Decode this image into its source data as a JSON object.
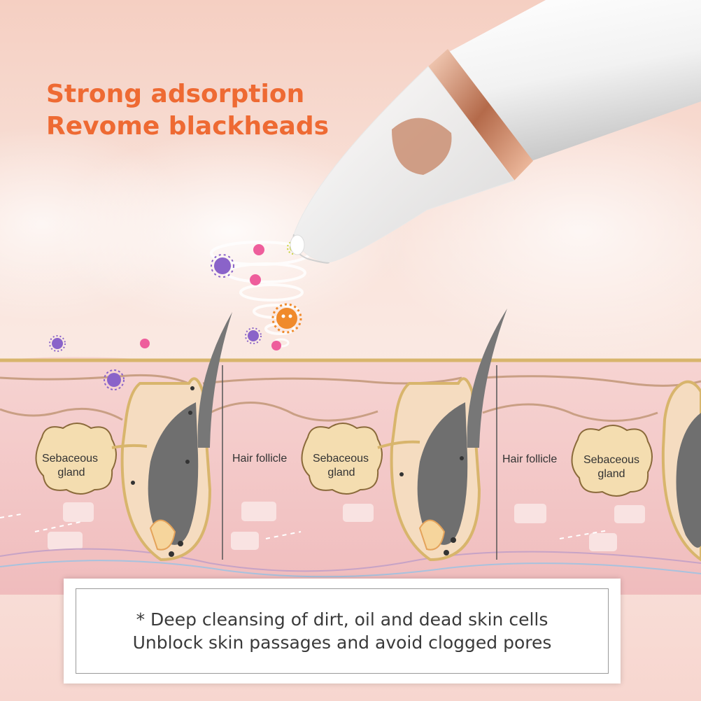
{
  "headline": {
    "line1": "Strong adsorption",
    "line2": "Revome blackheads"
  },
  "diagram_labels": {
    "sebaceous_gland_1": "Sebaceous\ngland",
    "sebaceous_gland_2": "Sebaceous\ngland",
    "sebaceous_gland_3": "Sebaceous\ngland",
    "hair_follicle_1": "Hair follicle",
    "hair_follicle_2": "Hair follicle",
    "sebaceous_line1": "Sebaceous",
    "sebaceous_line2": "gland"
  },
  "caption": {
    "line1": "* Deep cleansing of dirt, oil and dead skin cells",
    "line2": "Unblock skin passages and avoid clogged pores"
  },
  "colors": {
    "headline": "#ee6a33",
    "skin": "#f3c9c6",
    "gland_fill": "#f4ddb0",
    "hair": "#777777",
    "rose_gold": "#d99a7a"
  }
}
